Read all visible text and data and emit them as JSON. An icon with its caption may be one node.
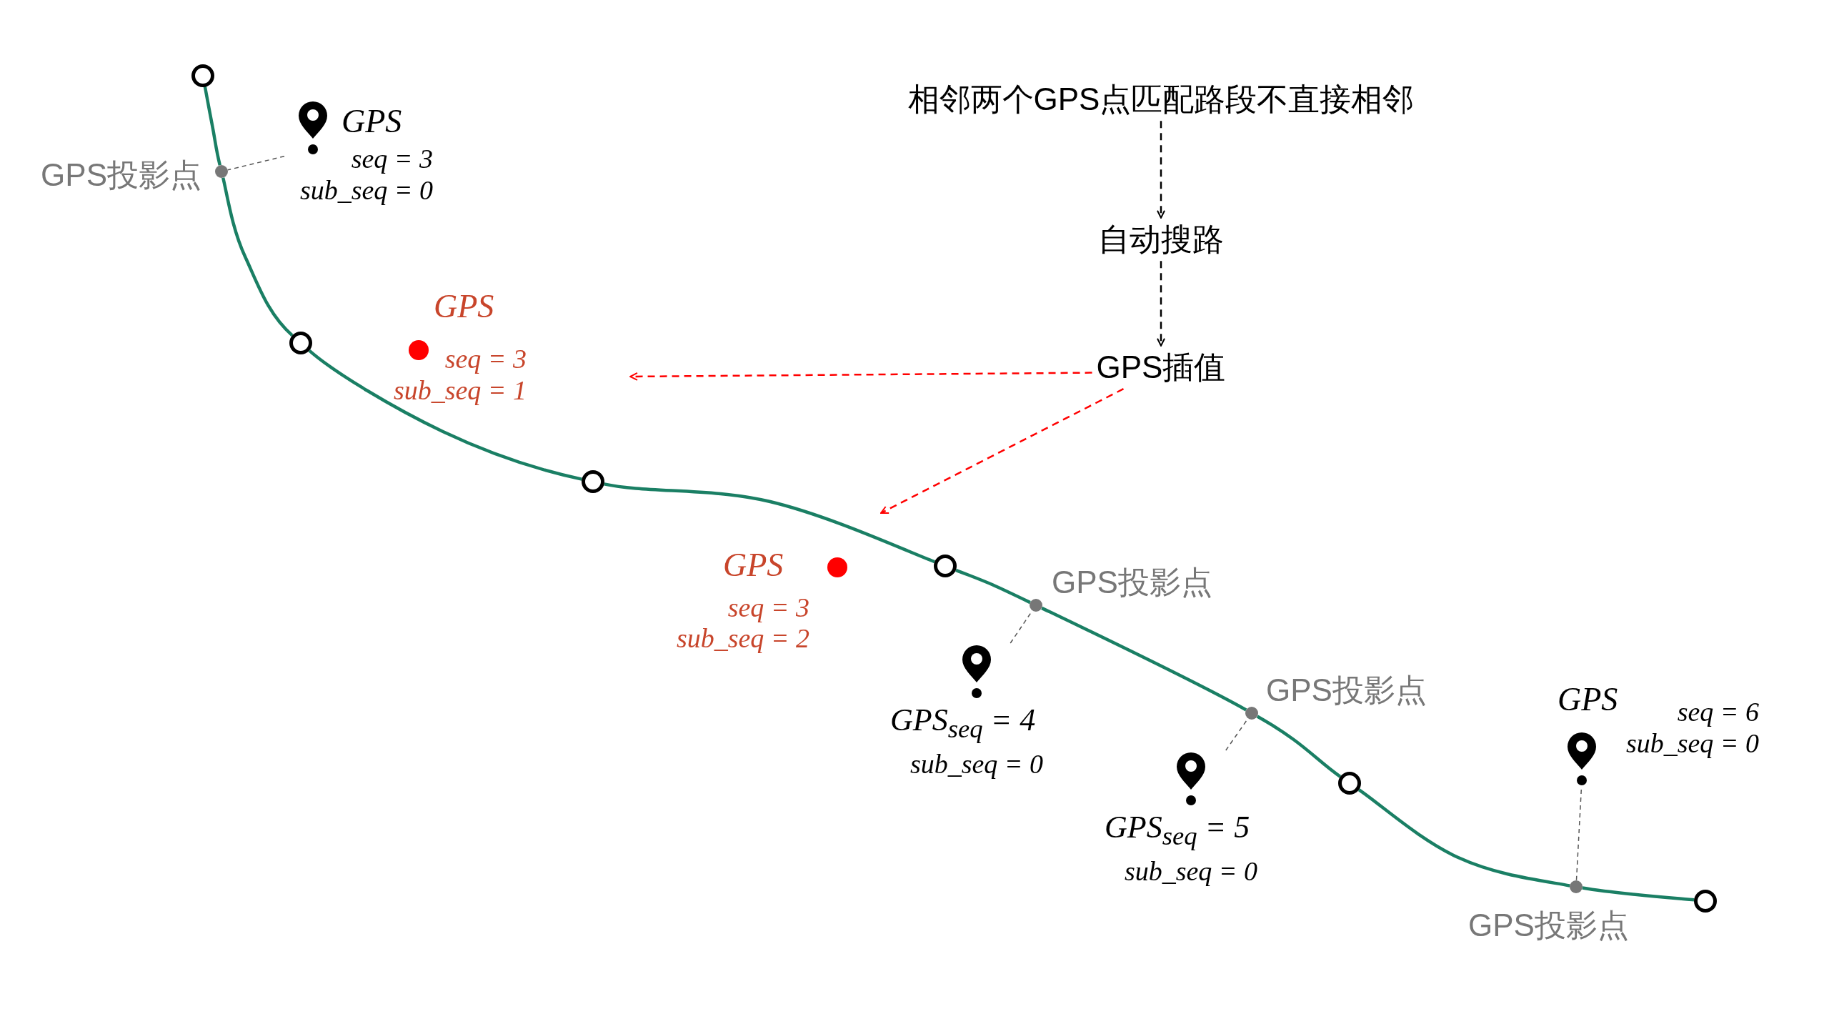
{
  "diagram": {
    "nodes": [
      {
        "text": [
          "相邻两个GPS点匹配路段不直接相邻"
        ]
      },
      {
        "text": [
          "自动搜路"
        ]
      },
      {
        "text": [
          "GPS插值"
        ]
      },
      {
        "text": [
          "GPS",
          "seq = 3",
          "sub_seq = 0"
        ]
      },
      {
        "text": [],
        "shape": "circle",
        "beside": [
          "GPS投影点"
        ]
      },
      {
        "text": [
          "GPS",
          "seq = 3",
          "sub_seq = 1"
        ]
      },
      {
        "text": [
          "GPS",
          "seq = 3",
          "sub_seq = 2"
        ]
      },
      {
        "text": [],
        "shape": "circle",
        "beside": [
          "GPS投影点"
        ]
      },
      {
        "text": [
          "GPS$_{seq}$ = 4",
          "sub_seq = 0"
        ]
      },
      {
        "text": [],
        "shape": "circle",
        "beside": [
          "GPS投影点"
        ]
      },
      {
        "text": [
          "GPS$_{seq}$ = 5",
          "sub_seq = 0"
        ]
      },
      {
        "text": [
          "GPS",
          "seq = 6",
          "sub_seq = 0"
        ]
      },
      {
        "text": [],
        "shape": "circle",
        "beside": [
          "GPS投影点"
        ]
      },
      {
        "text": [],
        "shape": "circle"
      },
      {
        "text": [],
        "shape": "circle"
      },
      {
        "text": [],
        "shape": "circle"
      },
      {
        "text": [],
        "shape": "circle"
      },
      {
        "text": [],
        "shape": "circle"
      },
      {
        "text": [],
        "shape": "circle"
      }
    ],
    "edges": [
      {
        "from": 0,
        "to": 1,
        "arrow": "to",
        "style": "dashed",
        "color": "#000000"
      },
      {
        "from": 1,
        "to": 2,
        "arrow": "to",
        "style": "dashed",
        "color": "#000000"
      },
      {
        "from": 2,
        "to": null,
        "arrow": "to",
        "style": "dashed",
        "color": "#ff0000"
      },
      {
        "from": 2,
        "to": null,
        "arrow": "to",
        "style": "dashed",
        "color": "#ff0000"
      },
      {
        "from": 3,
        "to": 4,
        "arrow": "none",
        "style": "dashed",
        "color": "#555555"
      },
      {
        "from": 8,
        "to": 7,
        "arrow": "none",
        "style": "dashed",
        "color": "#555555"
      },
      {
        "from": 10,
        "to": 9,
        "arrow": "none",
        "style": "dashed",
        "color": "#555555"
      },
      {
        "from": 11,
        "to": 12,
        "arrow": "none",
        "style": "dashed",
        "color": "#555555"
      },
      {
        "from": 13,
        "to": 4,
        "arrow": "none"
      },
      {
        "from": 4,
        "to": 14,
        "arrow": "none"
      },
      {
        "from": 14,
        "to": 15,
        "arrow": "none"
      },
      {
        "from": 15,
        "to": 16,
        "arrow": "none"
      },
      {
        "from": 16,
        "to": 7,
        "arrow": "none"
      },
      {
        "from": 7,
        "to": 9,
        "arrow": "none"
      },
      {
        "from": 9,
        "to": 17,
        "arrow": "none"
      },
      {
        "from": 17,
        "to": 12,
        "arrow": "none"
      },
      {
        "from": 12,
        "to": 18,
        "arrow": "none"
      }
    ]
  }
}
